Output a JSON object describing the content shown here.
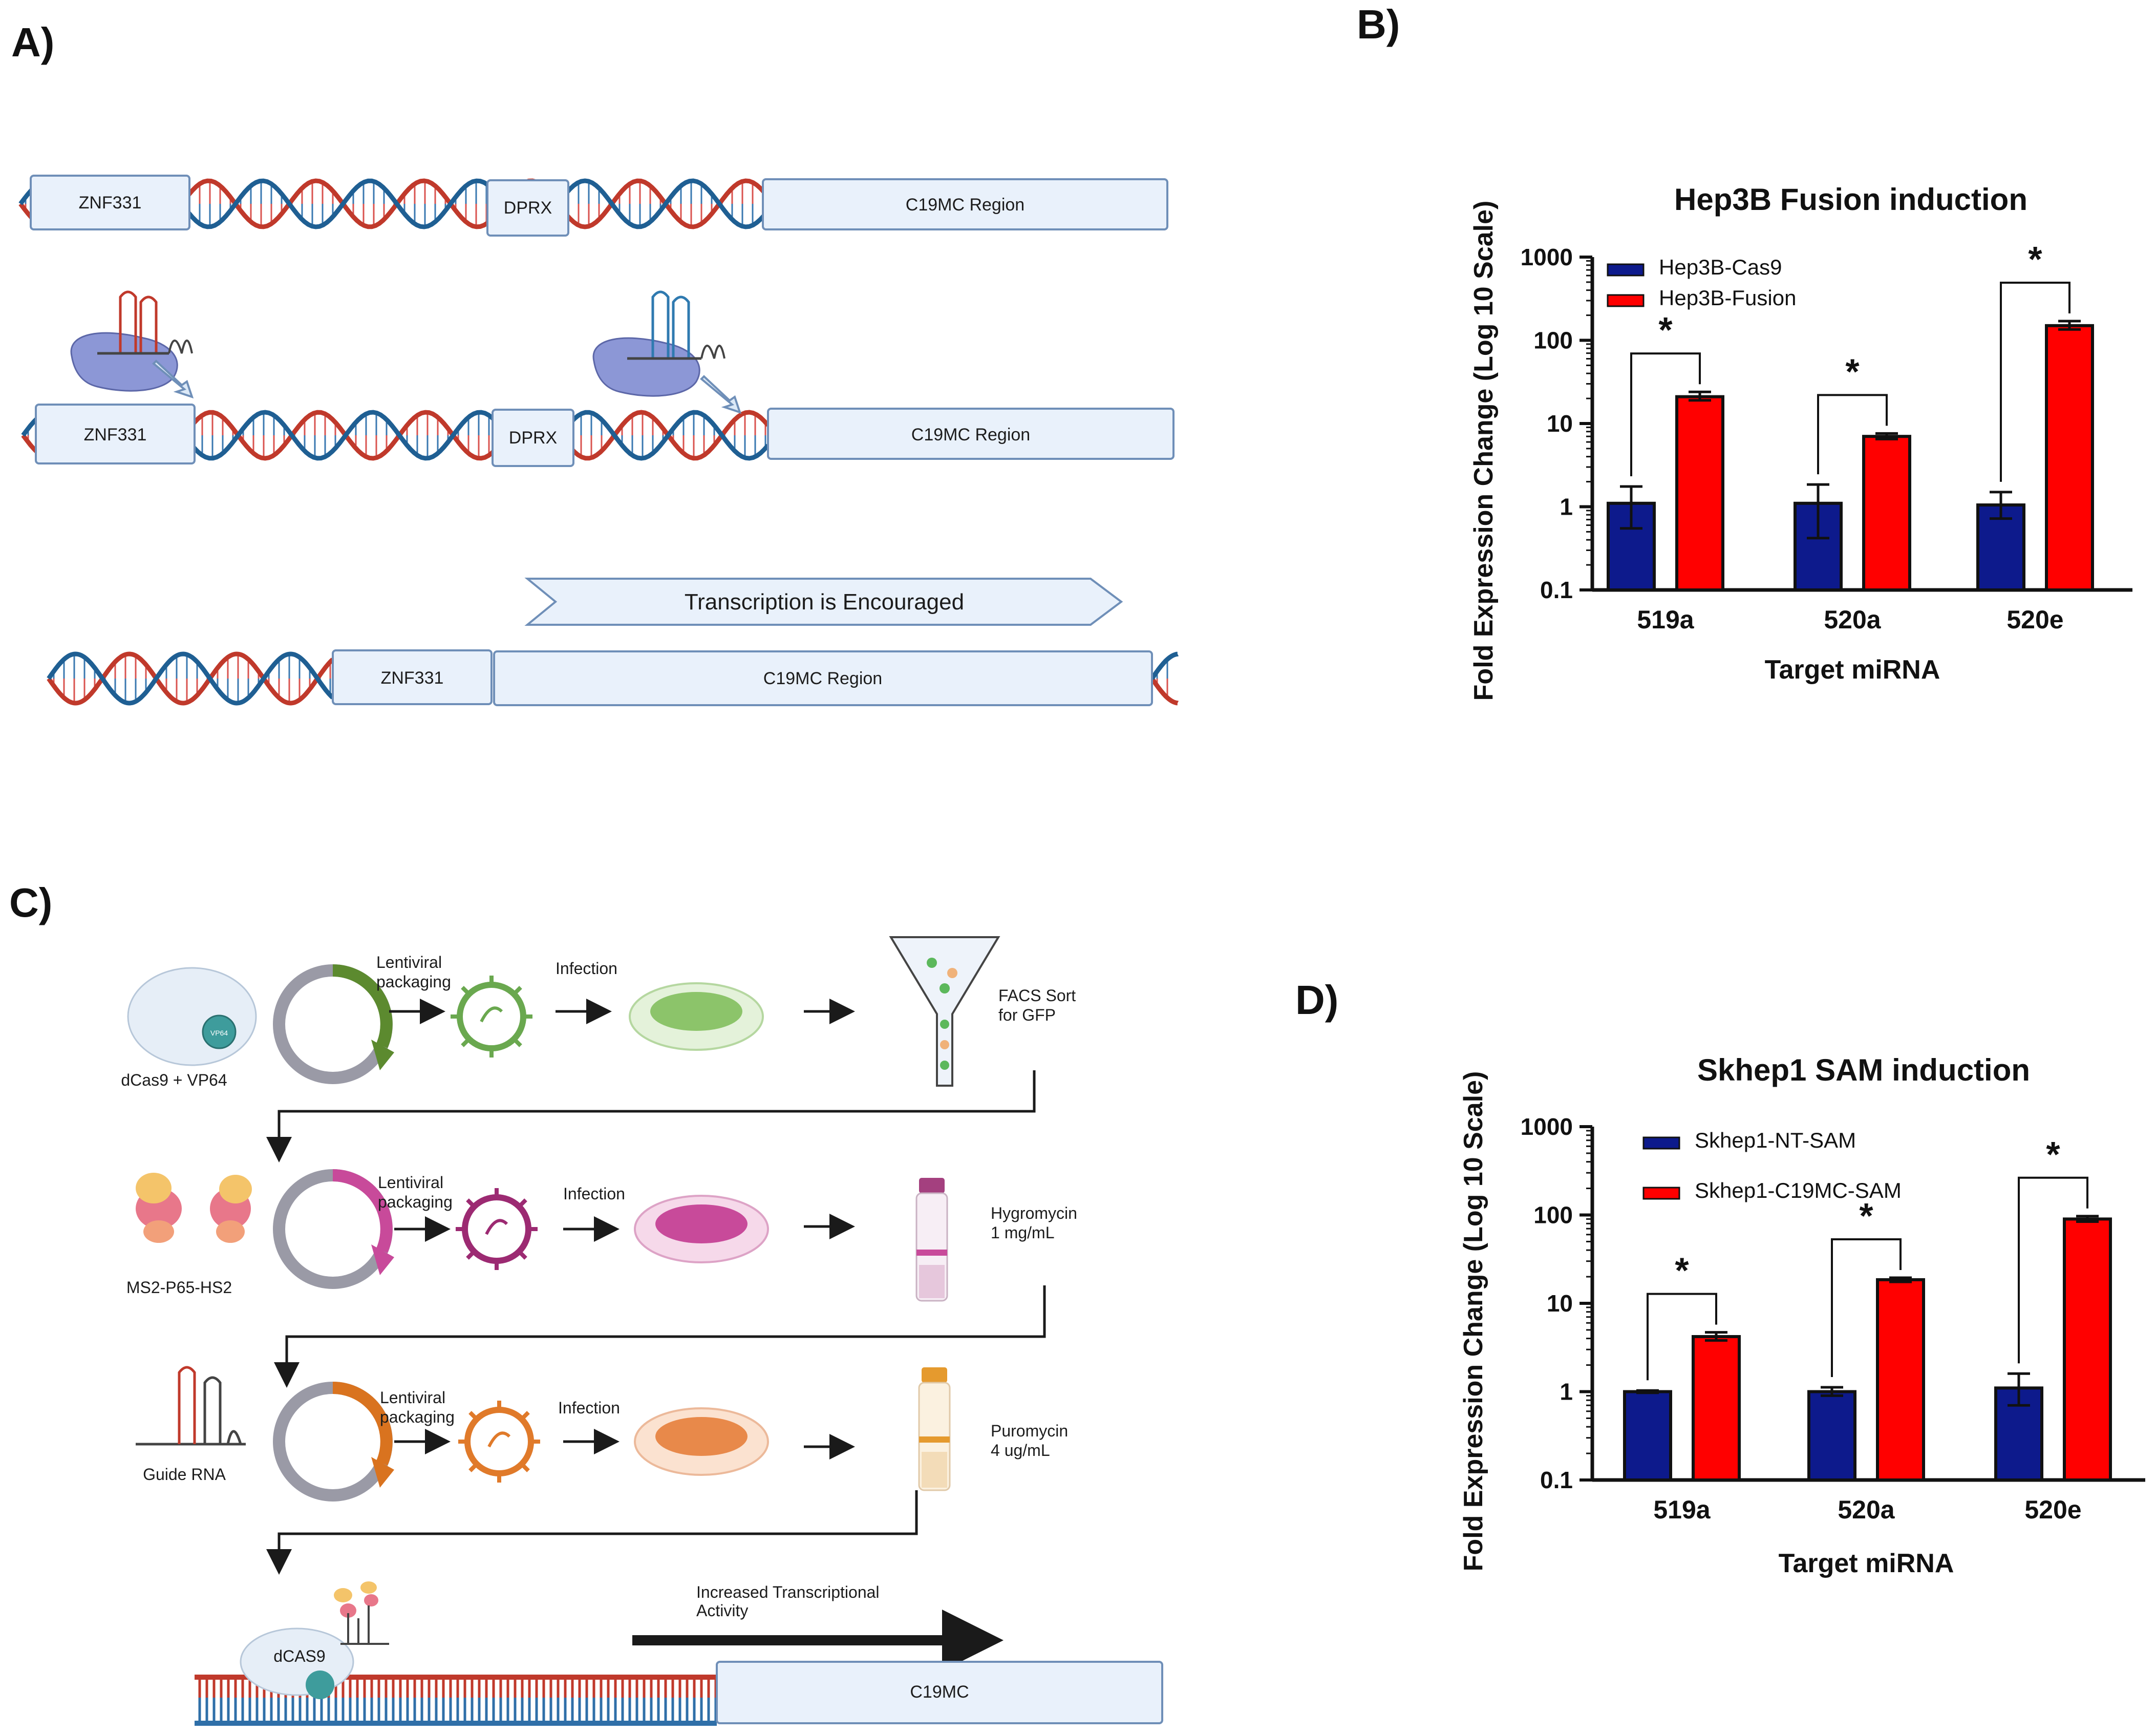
{
  "panels": {
    "a_label": "A)",
    "b_label": "B)",
    "c_label": "C)",
    "d_label": "D)"
  },
  "panel_a": {
    "row1": {
      "gene1": "ZNF331",
      "gene2": "DPRX",
      "region": "C19MC Region"
    },
    "row2": {
      "gene1": "ZNF331",
      "gene2": "DPRX",
      "region": "C19MC Region"
    },
    "transcription_arrow": "Transcription is Encouraged",
    "row3": {
      "gene1": "ZNF331",
      "region": "C19MC Region"
    }
  },
  "panel_c": {
    "step1": {
      "construct": "dCas9 + VP64",
      "badge": "VP64",
      "packaging": "Lentiviral\npackaging",
      "infection": "Infection",
      "selection": "FACS Sort\nfor GFP"
    },
    "step2": {
      "construct": "MS2-P65-HS2",
      "packaging": "Lentiviral\npackaging",
      "infection": "Infection",
      "selection": "Hygromycin\n1 mg/mL"
    },
    "step3": {
      "construct": "Guide RNA",
      "packaging": "Lentiviral\npackaging",
      "infection": "Infection",
      "selection": "Puromycin\n4 ug/mL"
    },
    "final": {
      "dcas9": "dCAS9",
      "activity": "Increased Transcriptional\nActivity",
      "target": "C19MC"
    },
    "colors": {
      "step1": "#5c8a2f",
      "step2": "#b23b8a",
      "step3": "#d9731f",
      "dish1": "#8cc46a",
      "dish2": "#c84a9a",
      "dish3": "#e8894a"
    }
  },
  "chart_data": [
    {
      "type": "bar",
      "title": "Hep3B Fusion induction",
      "xlabel": "Target miRNA",
      "ylabel": "Fold Expression Change (Log 10 Scale)",
      "yscale": "log",
      "ylim": [
        0.1,
        1000
      ],
      "yticks": [
        "0.1",
        "1",
        "10",
        "100",
        "1000"
      ],
      "categories": [
        "519a",
        "520a",
        "520e"
      ],
      "series": [
        {
          "name": "Hep3B-Cas9",
          "color": "#0d1a8c",
          "values": [
            1.1,
            1.1,
            1.05
          ],
          "errors_upper": [
            1.75,
            1.85,
            1.5
          ],
          "errors_lower": [
            0.55,
            0.42,
            0.72
          ]
        },
        {
          "name": "Hep3B-Fusion",
          "color": "#ff0000",
          "values": [
            21,
            7,
            150
          ],
          "errors_upper": [
            24,
            7.6,
            170
          ],
          "errors_lower": [
            19,
            6.5,
            135
          ]
        }
      ],
      "significance": [
        "*",
        "*",
        "*"
      ],
      "legend": "top-left"
    },
    {
      "type": "bar",
      "title": "Skhep1 SAM induction",
      "xlabel": "Target miRNA",
      "ylabel": "Fold Expression Change (Log 10 Scale)",
      "yscale": "log",
      "ylim": [
        0.1,
        1000
      ],
      "yticks": [
        "0.1",
        "1",
        "10",
        "100",
        "1000"
      ],
      "categories": [
        "519a",
        "520a",
        "520e"
      ],
      "series": [
        {
          "name": "Skhep1-NT-SAM",
          "color": "#0d1a8c",
          "values": [
            1.0,
            1.0,
            1.1
          ],
          "errors_upper": [
            1.03,
            1.12,
            1.6
          ],
          "errors_lower": [
            0.97,
            0.9,
            0.7
          ]
        },
        {
          "name": "Skhep1-C19MC-SAM",
          "color": "#ff0000",
          "values": [
            4.2,
            18.5,
            90
          ],
          "errors_upper": [
            4.7,
            19.5,
            97
          ],
          "errors_lower": [
            3.8,
            17.5,
            84
          ]
        }
      ],
      "significance": [
        "*",
        "*",
        "*"
      ],
      "legend": "top-left"
    }
  ]
}
